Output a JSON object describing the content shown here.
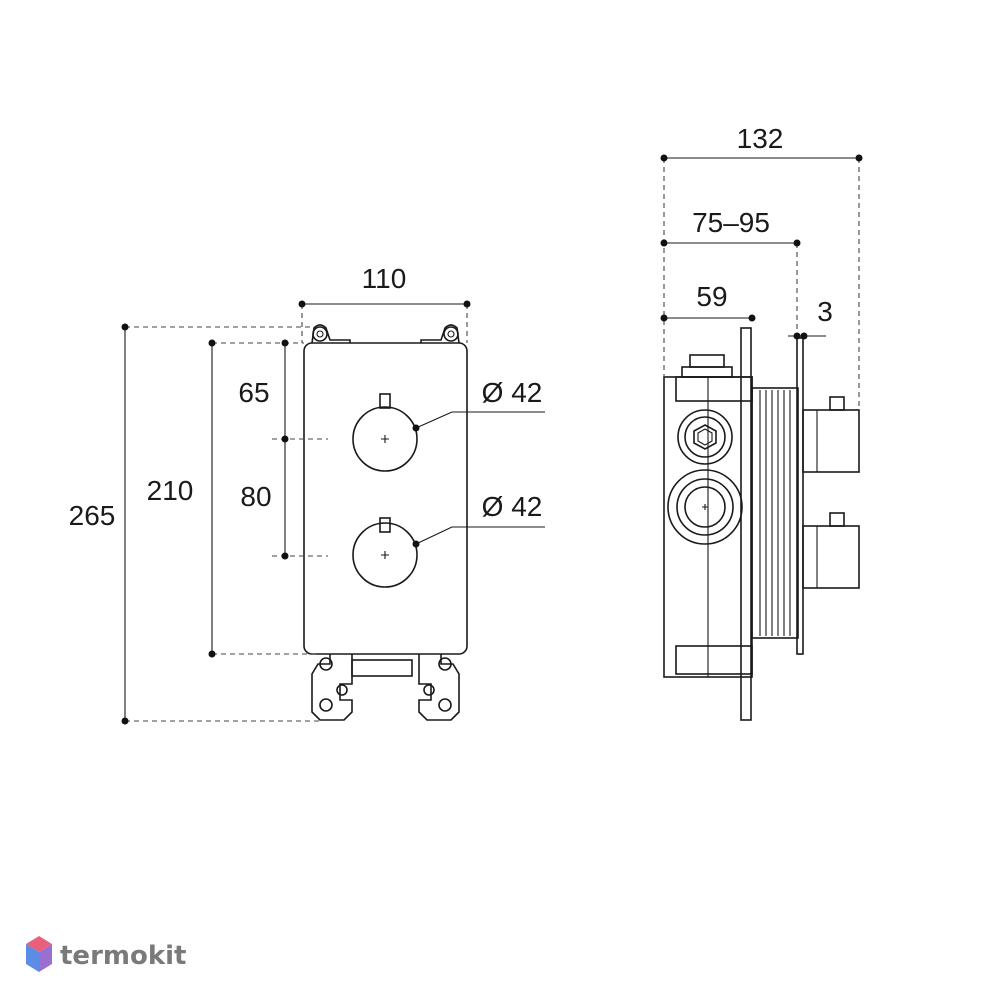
{
  "front_view": {
    "width_label": "110",
    "height_total_label": "265",
    "height_inner_label": "210",
    "top_offset_label": "65",
    "spacing_label": "80",
    "knob_top_diameter_label": "Ø 42",
    "knob_bottom_diameter_label": "Ø 42"
  },
  "side_view": {
    "depth_total_label": "132",
    "depth_range_label": "75–95",
    "body_depth_label": "59",
    "plate_thickness_label": "3"
  },
  "logo": {
    "text": "termokit",
    "colors": [
      "#e8607a",
      "#5b8de6",
      "#9b6fd0"
    ]
  }
}
